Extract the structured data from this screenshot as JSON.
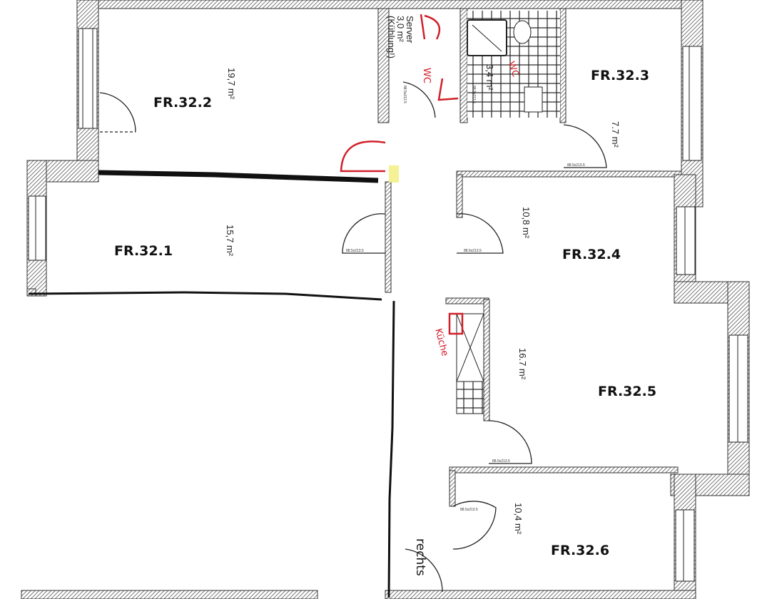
{
  "rooms": [
    {
      "id": "FR.32.1",
      "label": "FR.32.1",
      "area": "15,7 m²"
    },
    {
      "id": "FR.32.2",
      "label": "FR.32.2",
      "area": "19,7 m²"
    },
    {
      "id": "FR.32.3",
      "label": "FR.32.3",
      "area": "7.7 m²"
    },
    {
      "id": "FR.32.4",
      "label": "FR.32.4",
      "area": "10,8 m²"
    },
    {
      "id": "FR.32.5",
      "label": "FR.32.5",
      "area": "16.7 m²"
    },
    {
      "id": "FR.32.6",
      "label": "FR.32.6",
      "area": "10,4 m²"
    }
  ],
  "server_room": {
    "line1": "Server",
    "line2": "3,0 m²",
    "line3": "(Kühlung!)"
  },
  "bathroom": {
    "area": "3,4 m²"
  },
  "annotations": {
    "wc": "WC",
    "kitchen": "Küche",
    "entrance": "rechts"
  },
  "door_sizes": [
    "88.5x213.5",
    "88.5x213.5",
    "88.5x213.5",
    "88.5x213.5",
    "88.5x213.5",
    "88.5x213.5",
    "88.5x213.5"
  ],
  "colors": {
    "annotation_red": "#d0202a",
    "highlight_yellow": "#f4f08a",
    "wall_line": "#333333"
  }
}
